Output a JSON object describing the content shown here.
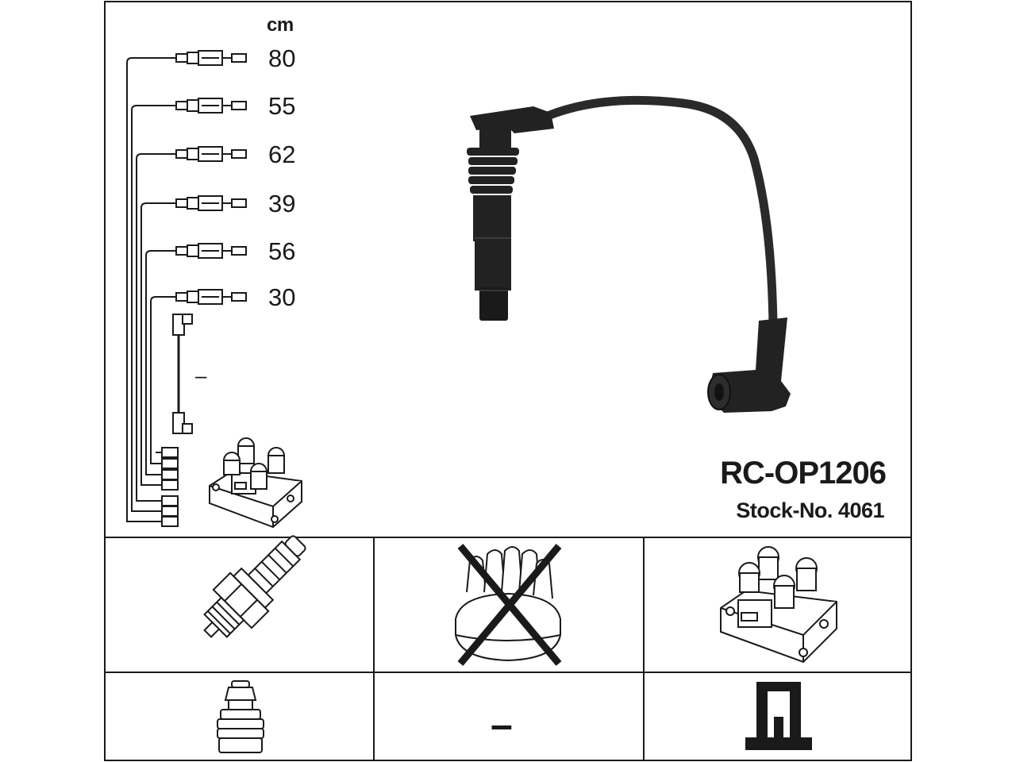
{
  "unit_label": "cm",
  "wire_lengths": [
    "80",
    "55",
    "62",
    "39",
    "56",
    "30"
  ],
  "coil_wire_length": "–",
  "product_code": "RC-OP1206",
  "stock_number": "Stock-No. 4061",
  "colors": {
    "line": "#1a1a1a",
    "cable": "#2a2a2a",
    "background": "#ffffff"
  },
  "applicability": {
    "spark_plug": "spark-plug-icon",
    "distributor_cap": "distributor-cap-not-applicable-icon",
    "ignition_coil": "ignition-coil-icon",
    "plug_connector": "plug-connector-icon",
    "center_connector": "–",
    "coil_connector": "coil-connector-icon"
  }
}
